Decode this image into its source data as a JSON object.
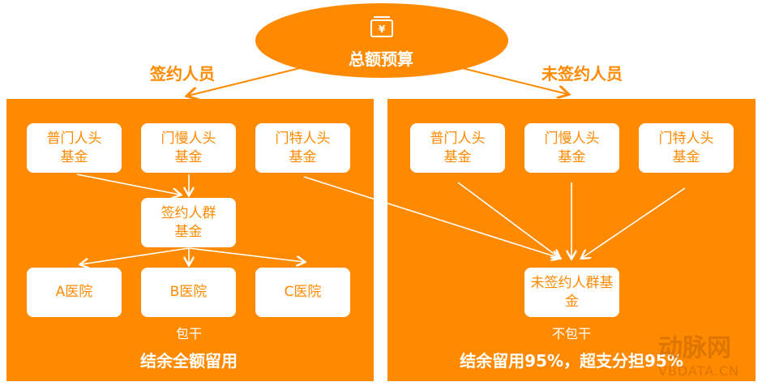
{
  "root": {
    "title": "总额预算",
    "icon": "yuan-wallet-icon"
  },
  "left": {
    "header": "签约人员",
    "funds": [
      "普门人头基金",
      "门慢人头基金",
      "门特人头基金"
    ],
    "pool": "签约人群基金",
    "hospitals": [
      "A医院",
      "B医院",
      "C医院"
    ],
    "mode": "包干",
    "policy": "结余全额留用"
  },
  "right": {
    "header": "未签约人员",
    "funds": [
      "普门人头基金",
      "门慢人头基金",
      "门特人头基金"
    ],
    "pool": "未签约人群基金",
    "mode": "不包干",
    "policy": "结余留用95%，超支分担95%"
  },
  "watermark": {
    "brand": "动脉网",
    "site": "VBDATA.CN"
  },
  "colors": {
    "accent": "#FF8A00"
  }
}
